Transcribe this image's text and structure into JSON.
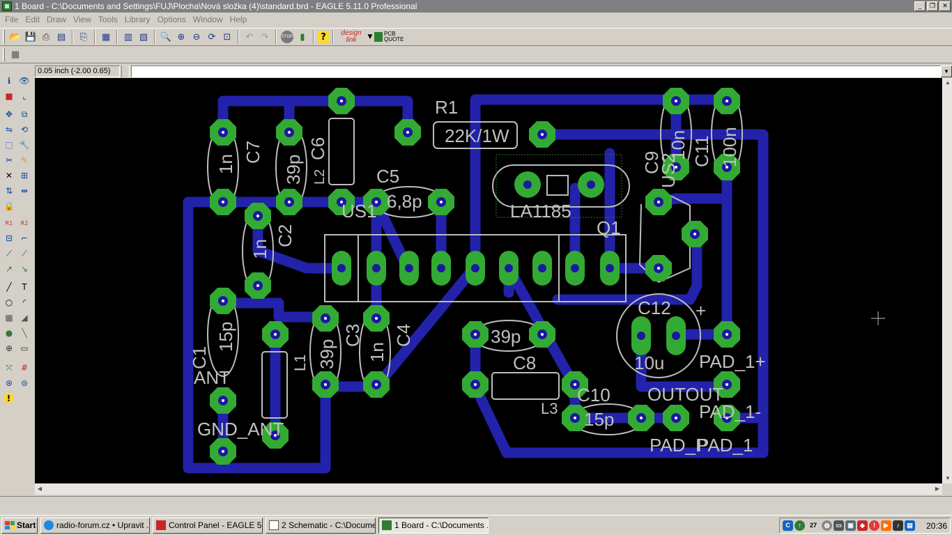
{
  "window": {
    "title": "1 Board - C:\\Documents and Settings\\FUJ\\Plocha\\Nová složka (4)\\standard.brd - EAGLE 5.11.0 Professional"
  },
  "menu": [
    "File",
    "Edit",
    "Draw",
    "View",
    "Tools",
    "Library",
    "Options",
    "Window",
    "Help"
  ],
  "toolbar": {
    "designlink_top": "design",
    "designlink_bottom": "link",
    "pcbquote_top": "PCB",
    "pcbquote_bottom": "QUOTE",
    "stop_label": "STOP"
  },
  "command_bar": {
    "coordinate": "0.05 inch (-2.00 0.65)",
    "command_value": ""
  },
  "board": {
    "labels": {
      "R1": "R1",
      "R1_value": "22K/1W",
      "C7": "C7",
      "C7_value": "1n",
      "C6": "C6",
      "C6_value": "39p",
      "L2": "L2",
      "C5": "C5",
      "C5_value": "6,8p",
      "US1": "US1",
      "LA1185": "LA1185",
      "C9": "C9",
      "C9_value": "10n",
      "US2": "US2",
      "C11": "C11",
      "C11_value": "100n",
      "Q1": "Q1",
      "C2": "C2",
      "C2_value": "1n",
      "C12": "C12",
      "C12_plus": "+",
      "C12_value": "10u",
      "C1": "C1",
      "C1_value": "15p",
      "ANT": "ANT",
      "L1": "L1",
      "C3": "C3",
      "C3_value": "39p",
      "C4": "C4",
      "C4_value": "1n",
      "C8": "C8",
      "C8_value": "39p",
      "L3": "L3",
      "C10": "C10",
      "C10_value": "15p",
      "GND_ANT": "GND_ANT",
      "GND_ANT_ghost": "GND",
      "PAD_1_plus": "PAD_1+",
      "OUTOUT": "OUTOUT",
      "PAD_1_minus": "PAD_1-",
      "PAD_P": "PAD_P",
      "PAD_1": "PAD_1"
    }
  },
  "taskbar": {
    "start": "Start",
    "tasks": [
      "radio-forum.cz • Upravit ...",
      "Control Panel - EAGLE 5....",
      "2 Schematic - C:\\Docume...",
      "1 Board - C:\\Documents ..."
    ],
    "tray_badge": "27",
    "clock": "20:36"
  },
  "colors": {
    "trace": "#2222aa",
    "pad": "#33aa33",
    "silk": "#bdbdbd",
    "background": "#000000"
  }
}
